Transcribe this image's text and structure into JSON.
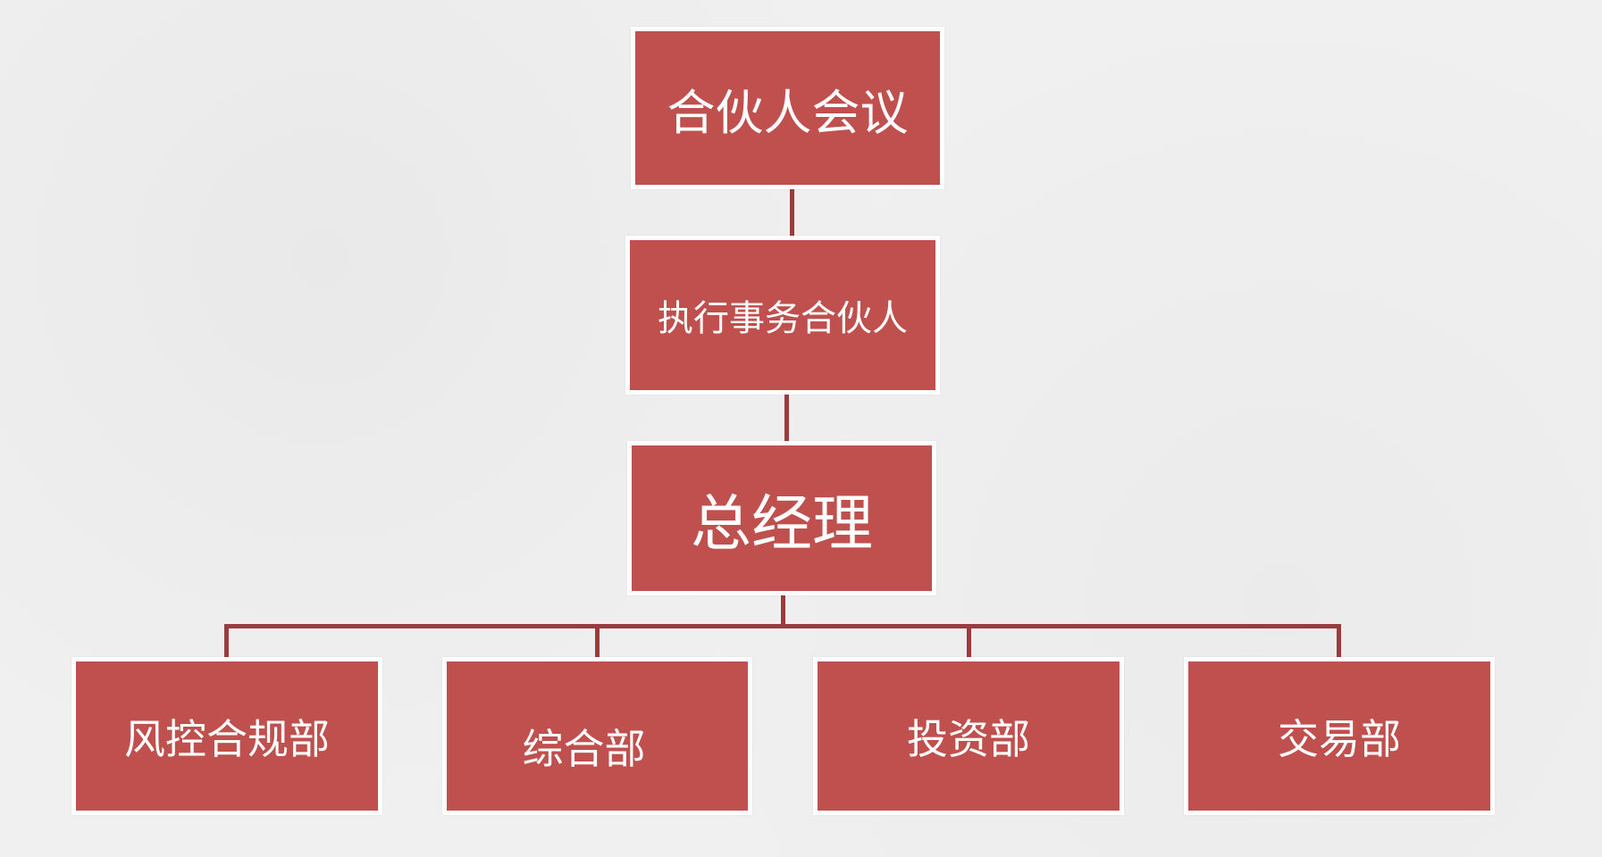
{
  "nodes": {
    "top": "合伙人会议",
    "executive": "执行事务合伙人",
    "gm": "总经理",
    "departments": [
      "风控合规部",
      "综合部",
      "投资部",
      "交易部"
    ]
  },
  "colors": {
    "box_fill": "#c0504d",
    "connector": "#9b3c3c",
    "background": "#f0f0f0"
  }
}
